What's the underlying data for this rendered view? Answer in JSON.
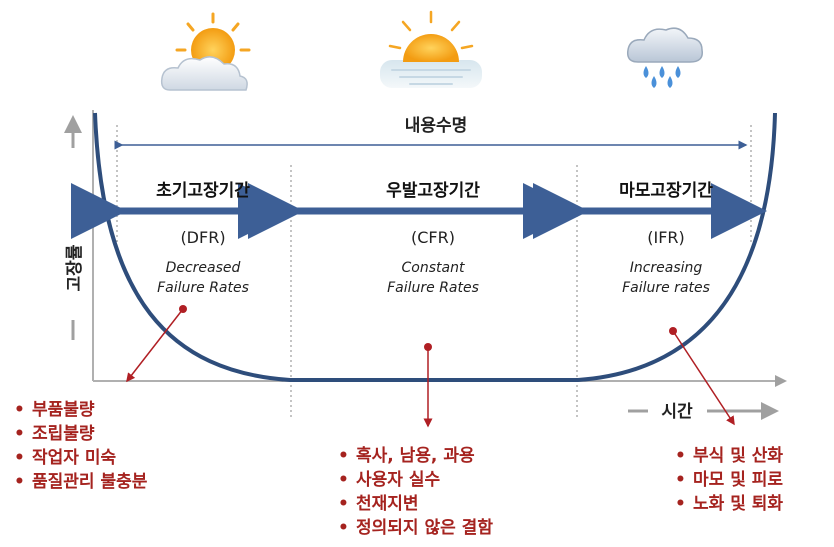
{
  "header": {
    "lifespan_label": "내용수명"
  },
  "axes": {
    "y_label": "고장률",
    "x_label": "시간"
  },
  "phases": [
    {
      "title": "초기고장기간",
      "code": "(DFR)",
      "desc_line1": "Decreased",
      "desc_line2": "Failure Rates"
    },
    {
      "title": "우발고장기간",
      "code": "(CFR)",
      "desc_line1": "Constant",
      "desc_line2": "Failure Rates"
    },
    {
      "title": "마모고장기간",
      "code": "(IFR)",
      "desc_line1": "Increasing",
      "desc_line2": "Failure rates"
    }
  ],
  "causes": {
    "dfr": [
      "부품불량",
      "조립불량",
      "작업자 미숙",
      "품질관리 불충분"
    ],
    "cfr": [
      "혹사, 남용, 과용",
      "사용자 실수",
      "천재지변",
      "정의되지 않은 결함"
    ],
    "ifr": [
      "부식 및 산화",
      "마모 및 피로",
      "노화 및 퇴화"
    ]
  },
  "colors": {
    "curve": "#2e4d7b",
    "arrow": "#3d5f96",
    "axis": "#a0a0a0",
    "cause_text": "#a5231f",
    "pointer": "#b01f24",
    "sun": "#f5a623",
    "cloud": "#e8eef5",
    "rain": "#4a90d9"
  },
  "icons": [
    "sun-behind-cloud-icon",
    "sunset-over-sea-icon",
    "rain-cloud-icon"
  ]
}
